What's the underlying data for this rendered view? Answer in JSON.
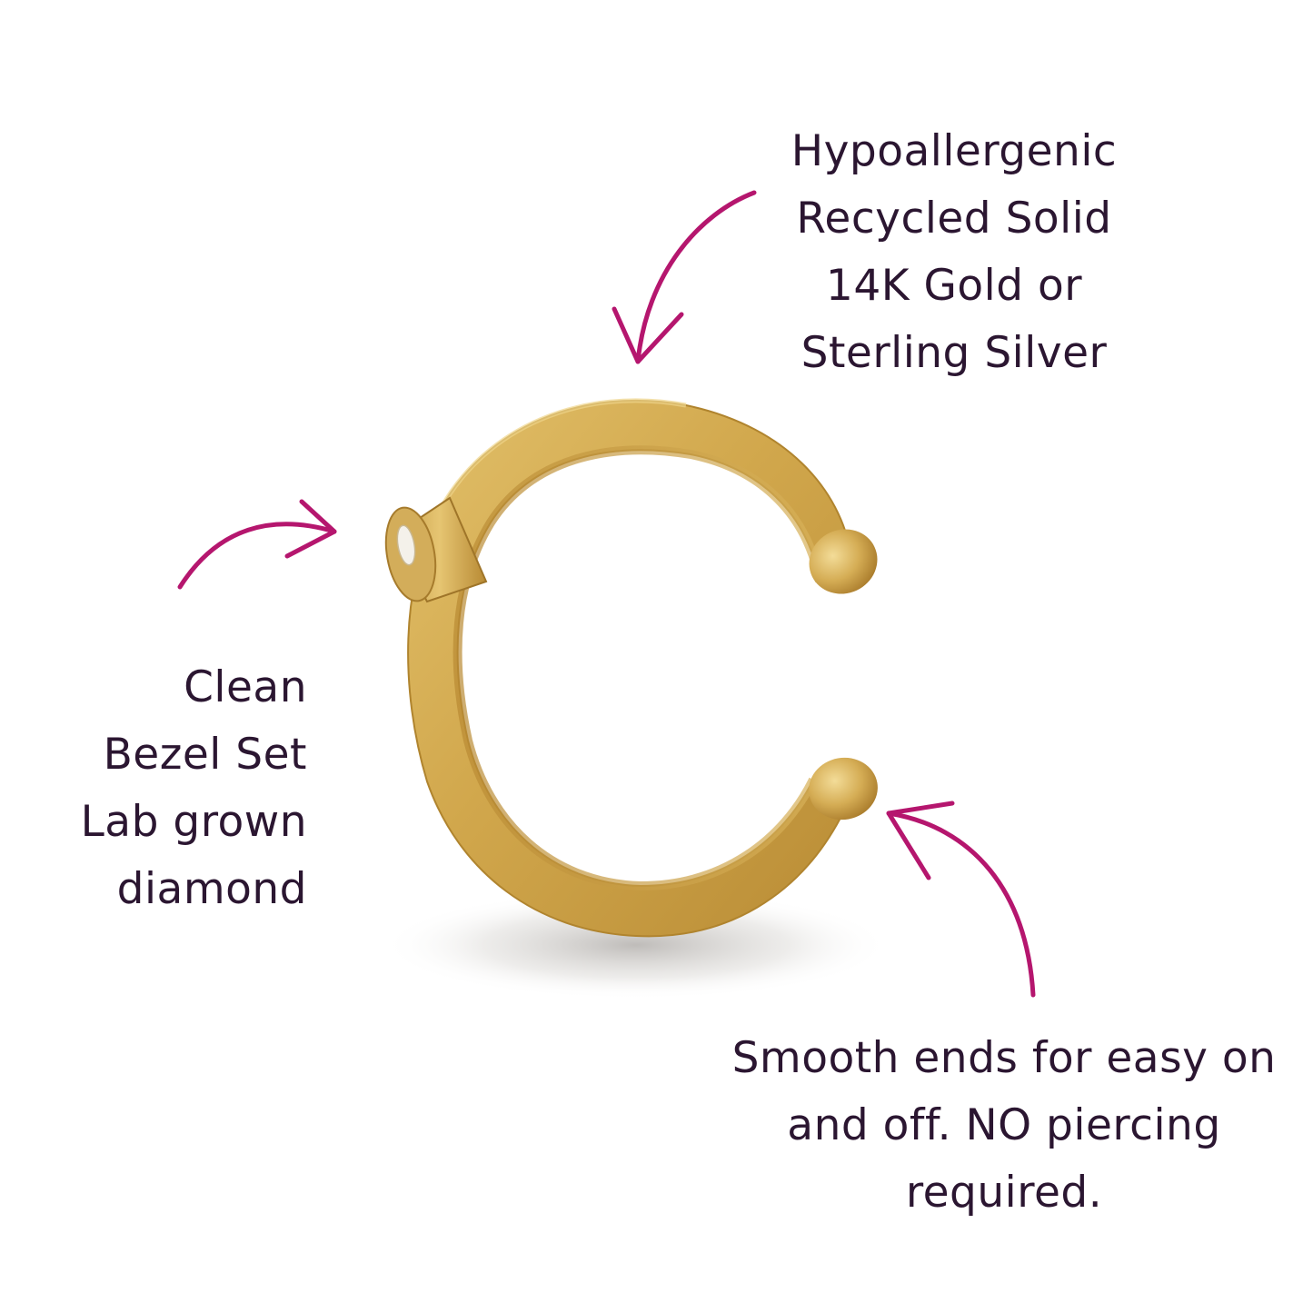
{
  "callouts": {
    "material": {
      "lines": [
        "Hypoallergenic",
        "Recycled Solid",
        "14K Gold or",
        "Sterling Silver"
      ]
    },
    "diamond": {
      "lines": [
        "Clean",
        "Bezel Set",
        "Lab grown",
        "diamond"
      ]
    },
    "ends": {
      "lines": [
        "Smooth ends for easy on",
        "and off. NO piercing",
        "required."
      ]
    }
  },
  "colors": {
    "text": "#2b1631",
    "arrow": "#b5166e",
    "gold": "#d4ab52",
    "background": "#ffffff"
  }
}
